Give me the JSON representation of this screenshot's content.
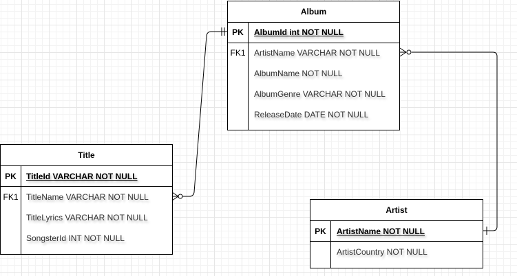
{
  "entities": {
    "album": {
      "title": "Album",
      "pk_label": "PK",
      "pk_field": "AlbumId int NOT NULL",
      "fk_label": "FK1",
      "fields": [
        "ArtistName VARCHAR NOT NULL",
        "AlbumName NOT NULL",
        "AlbumGenre VARCHAR NOT NULL",
        "ReleaseDate DATE NOT NULL"
      ]
    },
    "title": {
      "title": "Title",
      "pk_label": "PK",
      "pk_field": "TitleId VARCHAR NOT NULL",
      "fk_label": "FK1",
      "fields": [
        "TitleName VARCHAR NOT NULL",
        "TitleLyrics VARCHAR NOT NULL",
        "SongsterId INT NOT NULL"
      ]
    },
    "artist": {
      "title": "Artist",
      "pk_label": "PK",
      "pk_field": "ArtistName NOT NULL",
      "fields": [
        "ArtistCountry NOT NULL"
      ]
    }
  },
  "relationships": [
    {
      "from": "title",
      "from_end": "zero-or-many",
      "to": "album",
      "to_end": "exactly-one"
    },
    {
      "from": "album",
      "from_end": "zero-or-many",
      "to": "artist",
      "to_end": "exactly-one"
    }
  ]
}
